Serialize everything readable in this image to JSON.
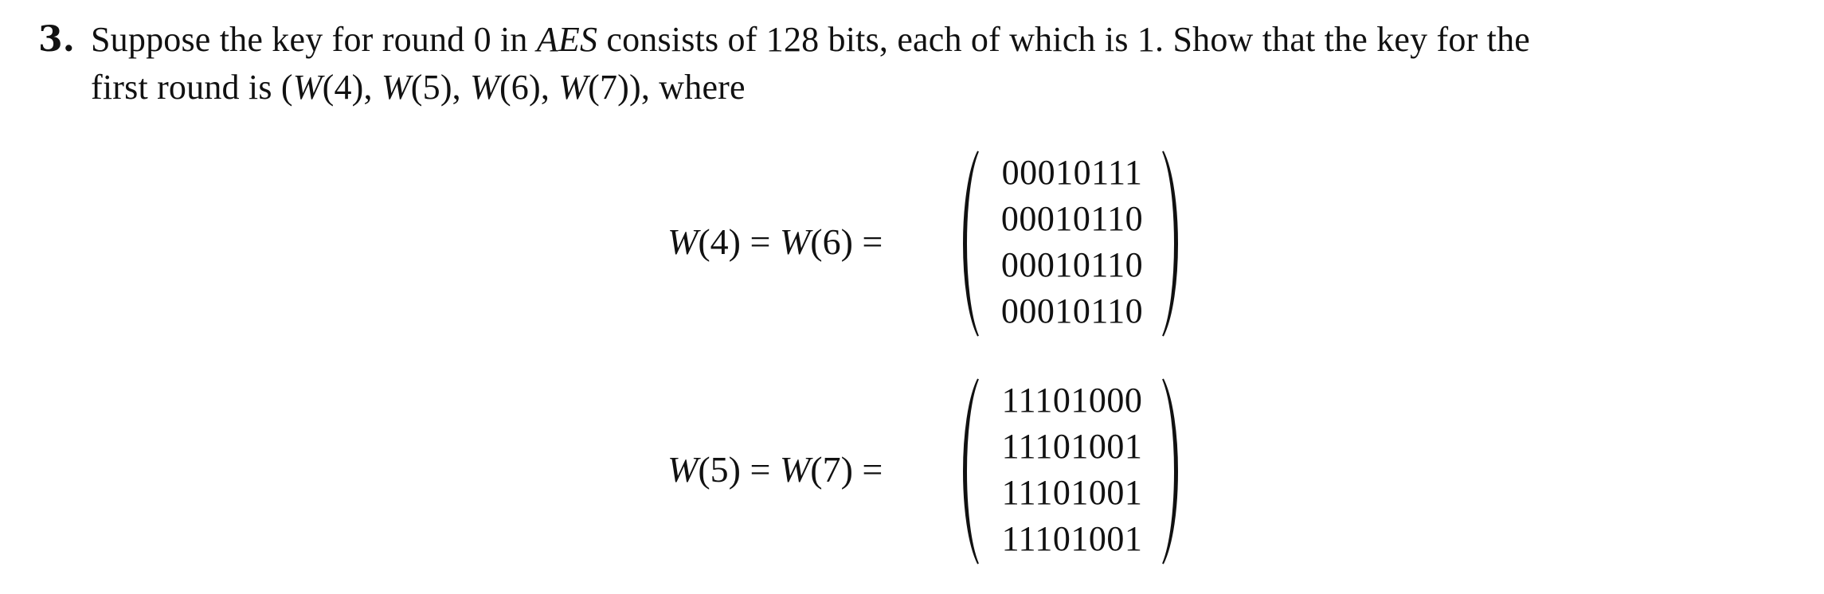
{
  "problem": {
    "number": "3.",
    "line1": {
      "before": "Suppose the key for round 0 in ",
      "emph": "AES",
      "after": " consists of 128 bits, each of which is 1. Show that the key for the"
    },
    "line2": {
      "before": "first round is (",
      "w4": "W",
      "a4": "(4), ",
      "w5": "W",
      "a5": "(5), ",
      "w6": "W",
      "a6": "(6), ",
      "w7": "W",
      "a7": "(7)), where"
    }
  },
  "equations": [
    {
      "lhs_w1": "W",
      "lhs_a1": "(4) = ",
      "lhs_w2": "W",
      "lhs_a2": "(6) =",
      "entries": [
        "00010111",
        "00010110",
        "00010110",
        "00010110"
      ]
    },
    {
      "lhs_w1": "W",
      "lhs_a1": "(5) = ",
      "lhs_w2": "W",
      "lhs_a2": "(7) =",
      "entries": [
        "11101000",
        "11101001",
        "11101001",
        "11101001"
      ]
    }
  ]
}
